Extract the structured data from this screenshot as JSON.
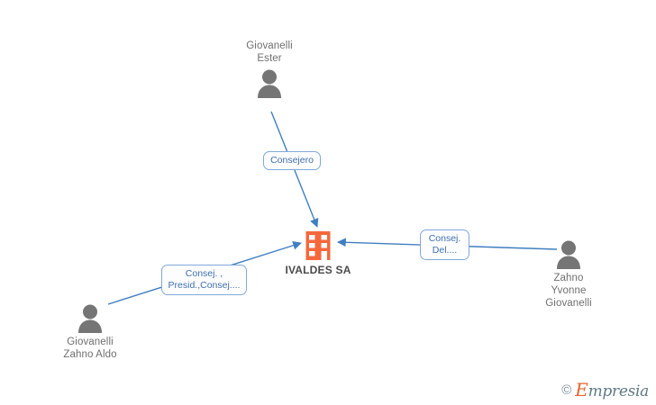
{
  "graph": {
    "title": "IVALDES SA relationship graph",
    "colors": {
      "company": "#f4683c",
      "person": "#757575",
      "edge": "#3f7fc1",
      "label_border": "#7fa9da",
      "label_text": "#3e6fae",
      "background": "#ffffff"
    },
    "company": {
      "name": "IVALDES SA",
      "icon": "building-icon"
    },
    "people": [
      {
        "id": "giovanelli-ester",
        "name": "Giovanelli\nEster",
        "icon": "person-icon",
        "label_position": "above"
      },
      {
        "id": "giovanelli-zahno-aldo",
        "name": "Giovanelli\nZahno Aldo",
        "icon": "person-icon",
        "label_position": "below"
      },
      {
        "id": "zahno-yvonne-giovanelli",
        "name": "Zahno\nYvonne\nGiovanelli",
        "icon": "person-icon",
        "label_position": "below"
      }
    ],
    "edges": [
      {
        "id": "edge-ester",
        "from": "giovanelli-ester",
        "to": "company",
        "role": "Consejero"
      },
      {
        "id": "edge-aldo",
        "from": "giovanelli-zahno-aldo",
        "to": "company",
        "role": "Consej. ,\nPresid.,Consej...."
      },
      {
        "id": "edge-yvonne",
        "from": "zahno-yvonne-giovanelli",
        "to": "company",
        "role": "Consej.\nDel...."
      }
    ]
  },
  "watermark": {
    "copyright": "©",
    "brand_initial": "E",
    "brand_rest": "mpresia"
  }
}
